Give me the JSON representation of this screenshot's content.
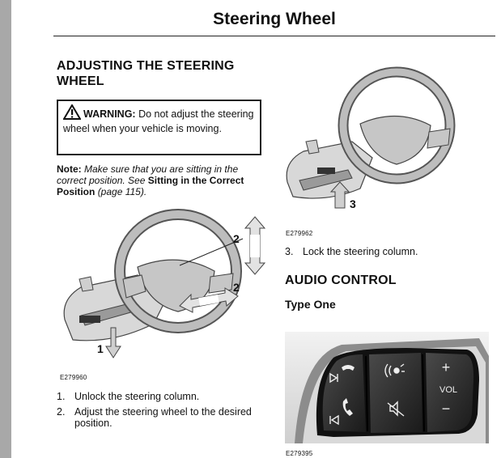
{
  "page_title": "Steering Wheel",
  "section_adjust": {
    "heading": "ADJUSTING THE STEERING WHEEL",
    "warning_label": "WARNING:",
    "warning_text": "Do not adjust the steering wheel when your vehicle is moving.",
    "note_label": "Note:",
    "note_text": "Make sure that you are sitting in the correct position.  See",
    "note_link": "Sitting in the Correct Position",
    "note_page": "(page 115).",
    "figure_main_code": "E279960",
    "figure_main_callouts": [
      "2",
      "2",
      "1"
    ],
    "figure_lock_code": "E279962",
    "figure_lock_callout": "3",
    "steps": [
      {
        "num": "1.",
        "text": "Unlock the steering column."
      },
      {
        "num": "2.",
        "text": "Adjust the steering wheel to the desired position."
      },
      {
        "num": "3.",
        "text": "Lock the steering column."
      }
    ]
  },
  "section_audio": {
    "heading": "AUDIO CONTROL",
    "subheading": "Type One",
    "figure_code": "E279395",
    "control_labels": {
      "plus": "+",
      "vol": "VOL",
      "minus": "−"
    }
  }
}
